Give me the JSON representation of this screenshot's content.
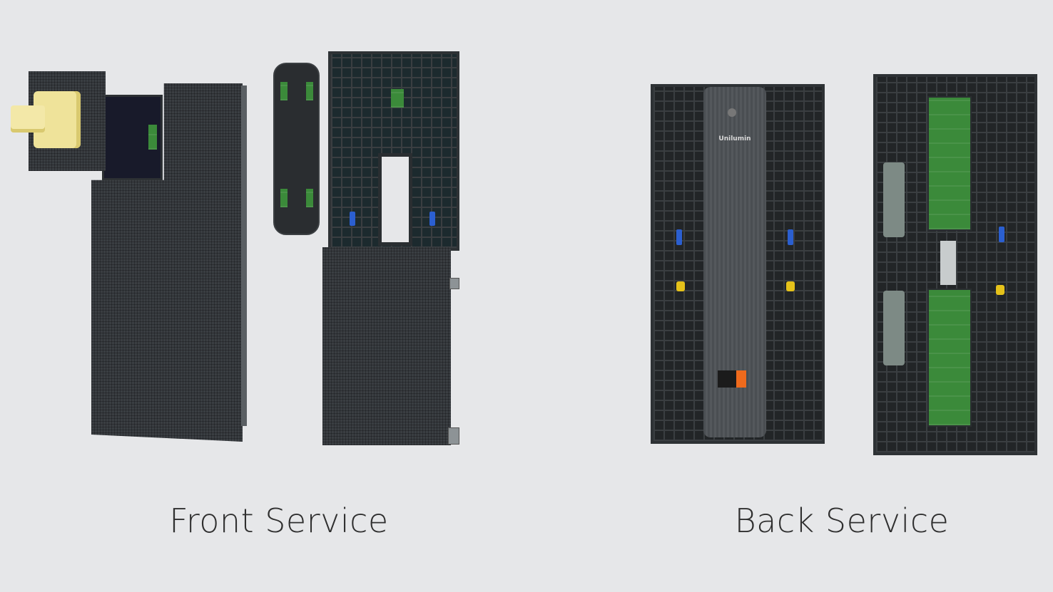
{
  "labels": {
    "front": "Front Service",
    "back": "Back Service"
  },
  "product": {
    "brand": "Unilumin"
  },
  "colors": {
    "background": "#e6e7e9",
    "handle": "#f0e6a0",
    "pcb": "#3b8a3a",
    "accent_orange": "#ef6a1c"
  }
}
